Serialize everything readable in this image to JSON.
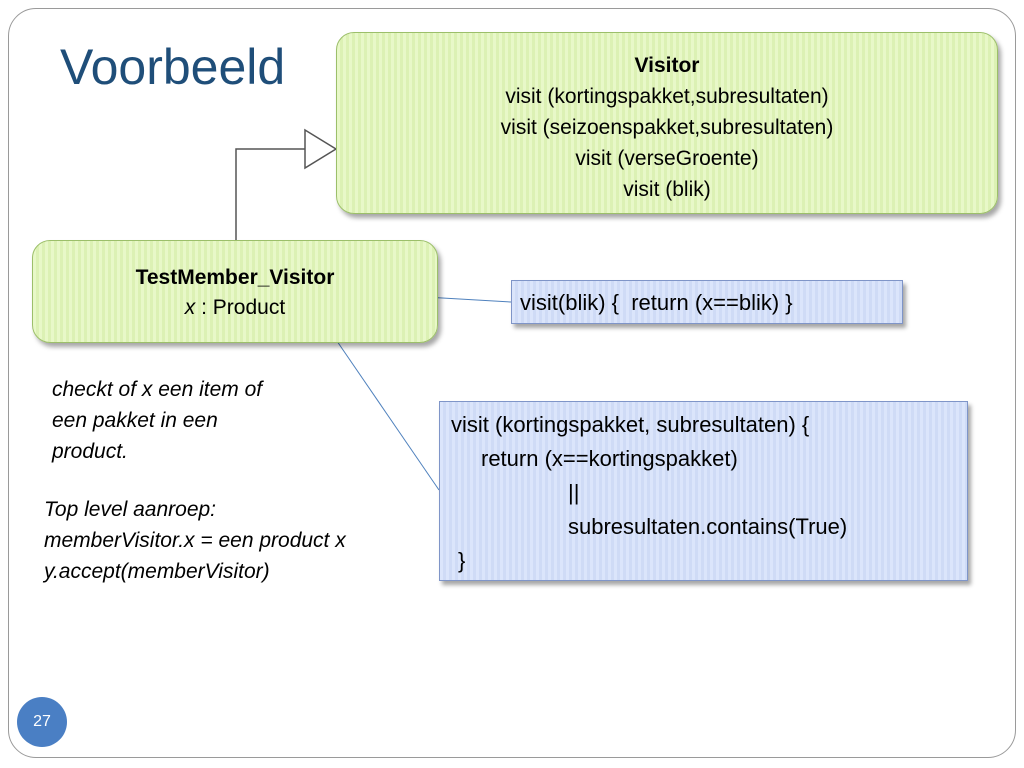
{
  "slide": {
    "title": "Voorbeeld",
    "page_number": "27"
  },
  "visitor": {
    "name": "Visitor",
    "methods": [
      "visit (kortingspakket,subresultaten)",
      "visit (seizoenspakket,subresultaten)",
      "visit (verseGroente)",
      "visit (blik)"
    ]
  },
  "test_member_visitor": {
    "name": "TestMember_Visitor",
    "field_var": "x",
    "field_type": " : Product"
  },
  "blik_code": "visit(blik) {  return (x==blik) }",
  "korting_code": [
    "visit (kortingspakket, subresultaten) {",
    "return (x==kortingspakket)",
    "||",
    "subresultaten.contains(True)",
    "}"
  ],
  "note_check": [
    "checkt of x een item of",
    "een pakket in een",
    "product."
  ],
  "note_top_level": [
    "Top level aanroep:",
    "memberVisitor.x = een product x",
    "y.accept(memberVisitor)"
  ]
}
